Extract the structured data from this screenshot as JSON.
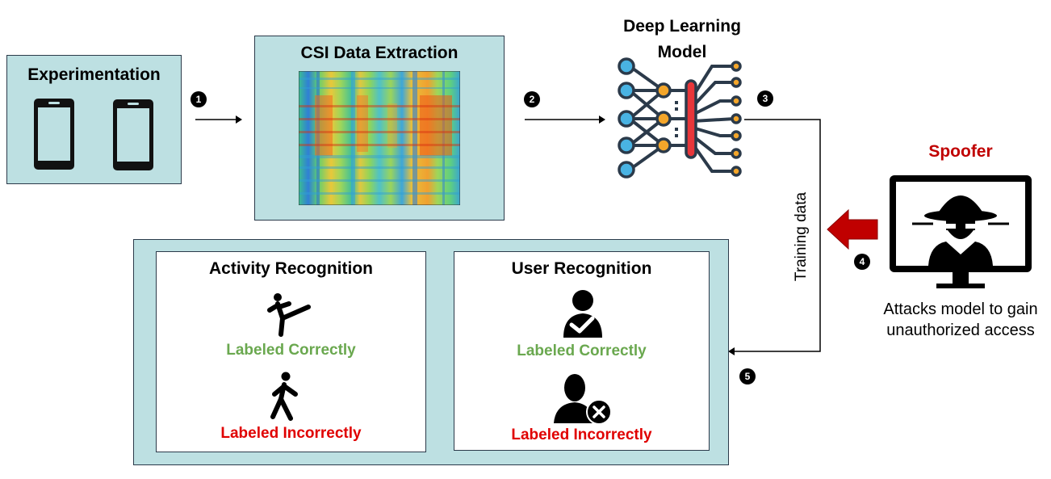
{
  "colors": {
    "panel": "#bde0e2",
    "good": "#6aa84f",
    "bad": "#e00000",
    "spoofer": "#c00000",
    "attack_arrow": "#c00000"
  },
  "experimentation": {
    "title": "Experimentation",
    "icons": [
      "phone-icon",
      "phone-icon"
    ]
  },
  "extraction": {
    "title": "CSI Data Extraction",
    "image": "csi-heatmap"
  },
  "model": {
    "title_line1": "Deep Learning",
    "title_line2": "Model",
    "icon": "neural-network-icon"
  },
  "steps": [
    "1",
    "2",
    "3",
    "4",
    "5"
  ],
  "training_label": "Training data",
  "spoofer": {
    "title": "Spoofer",
    "icon": "hacker-monitor-icon",
    "caption_line1": "Attacks model to gain",
    "caption_line2": "unauthorized access"
  },
  "activity": {
    "title": "Activity Recognition",
    "correct_label": "Labeled Correctly",
    "incorrect_label": "Labeled Incorrectly",
    "icons": [
      "kick-person-icon",
      "walking-person-icon"
    ]
  },
  "user": {
    "title": "User Recognition",
    "correct_label": "Labeled Correctly",
    "incorrect_label": "Labeled Incorrectly",
    "icons": [
      "user-check-icon",
      "user-cross-icon"
    ]
  }
}
